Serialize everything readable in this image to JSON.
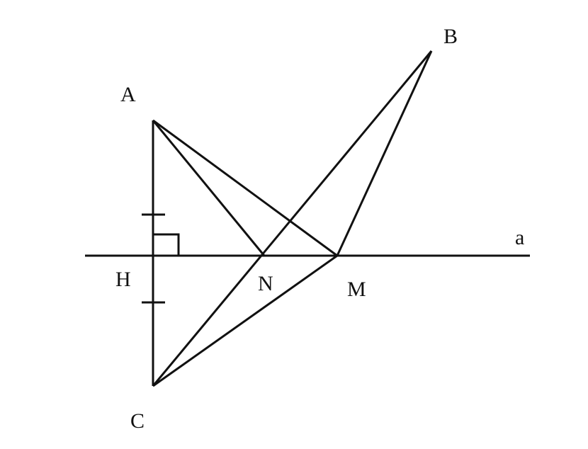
{
  "diagram": {
    "points": {
      "A": "A",
      "B": "B",
      "C": "C",
      "H": "H",
      "N": "N",
      "M": "M"
    },
    "line_label": "a",
    "ink_color": "#111111",
    "background": "#ffffff"
  }
}
